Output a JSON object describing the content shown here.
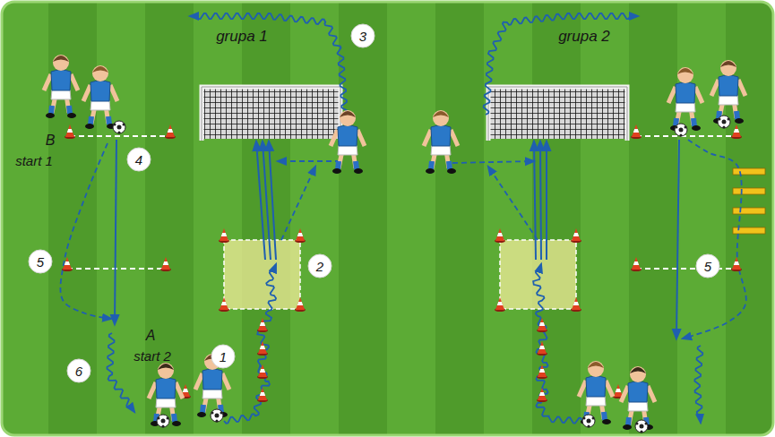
{
  "diagram": {
    "labels": [
      "grupa 1",
      "3",
      "grupa 2",
      "B",
      "start 1",
      "4",
      "5",
      "2",
      "5",
      "A",
      "start 2",
      "1",
      "6"
    ]
  }
}
